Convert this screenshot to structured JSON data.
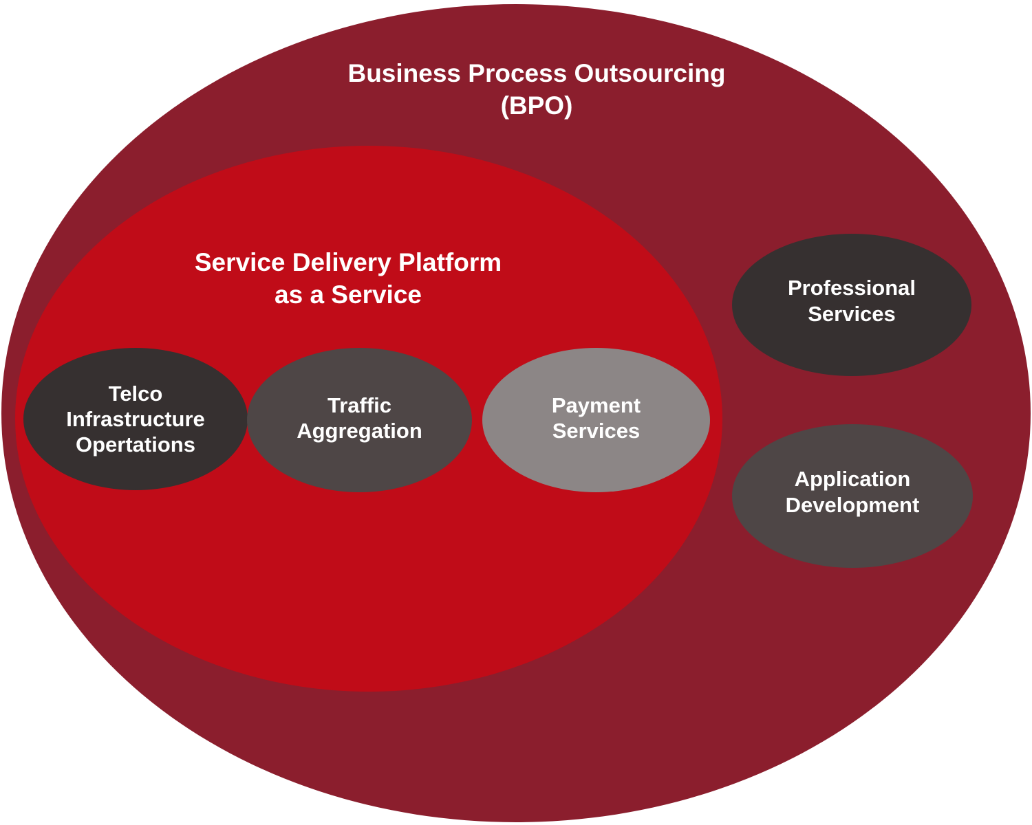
{
  "diagram": {
    "outer": {
      "title": "Business Process Outsourcing\n(BPO)",
      "color": "#8b1e2d"
    },
    "inner": {
      "title": "Service Delivery Platform\nas a Service",
      "color": "#c00c18"
    },
    "nodes": [
      {
        "id": "telco",
        "label": "Telco\nInfrastructure\nOpertations",
        "color": "#363030"
      },
      {
        "id": "traffic",
        "label": "Traffic\nAggregation",
        "color": "#4e4646"
      },
      {
        "id": "payment",
        "label": "Payment\nServices",
        "color": "#8c8686"
      },
      {
        "id": "prof",
        "label": "Professional\nServices",
        "color": "#363030"
      },
      {
        "id": "app",
        "label": "Application\nDevelopment",
        "color": "#4e4646"
      }
    ]
  }
}
